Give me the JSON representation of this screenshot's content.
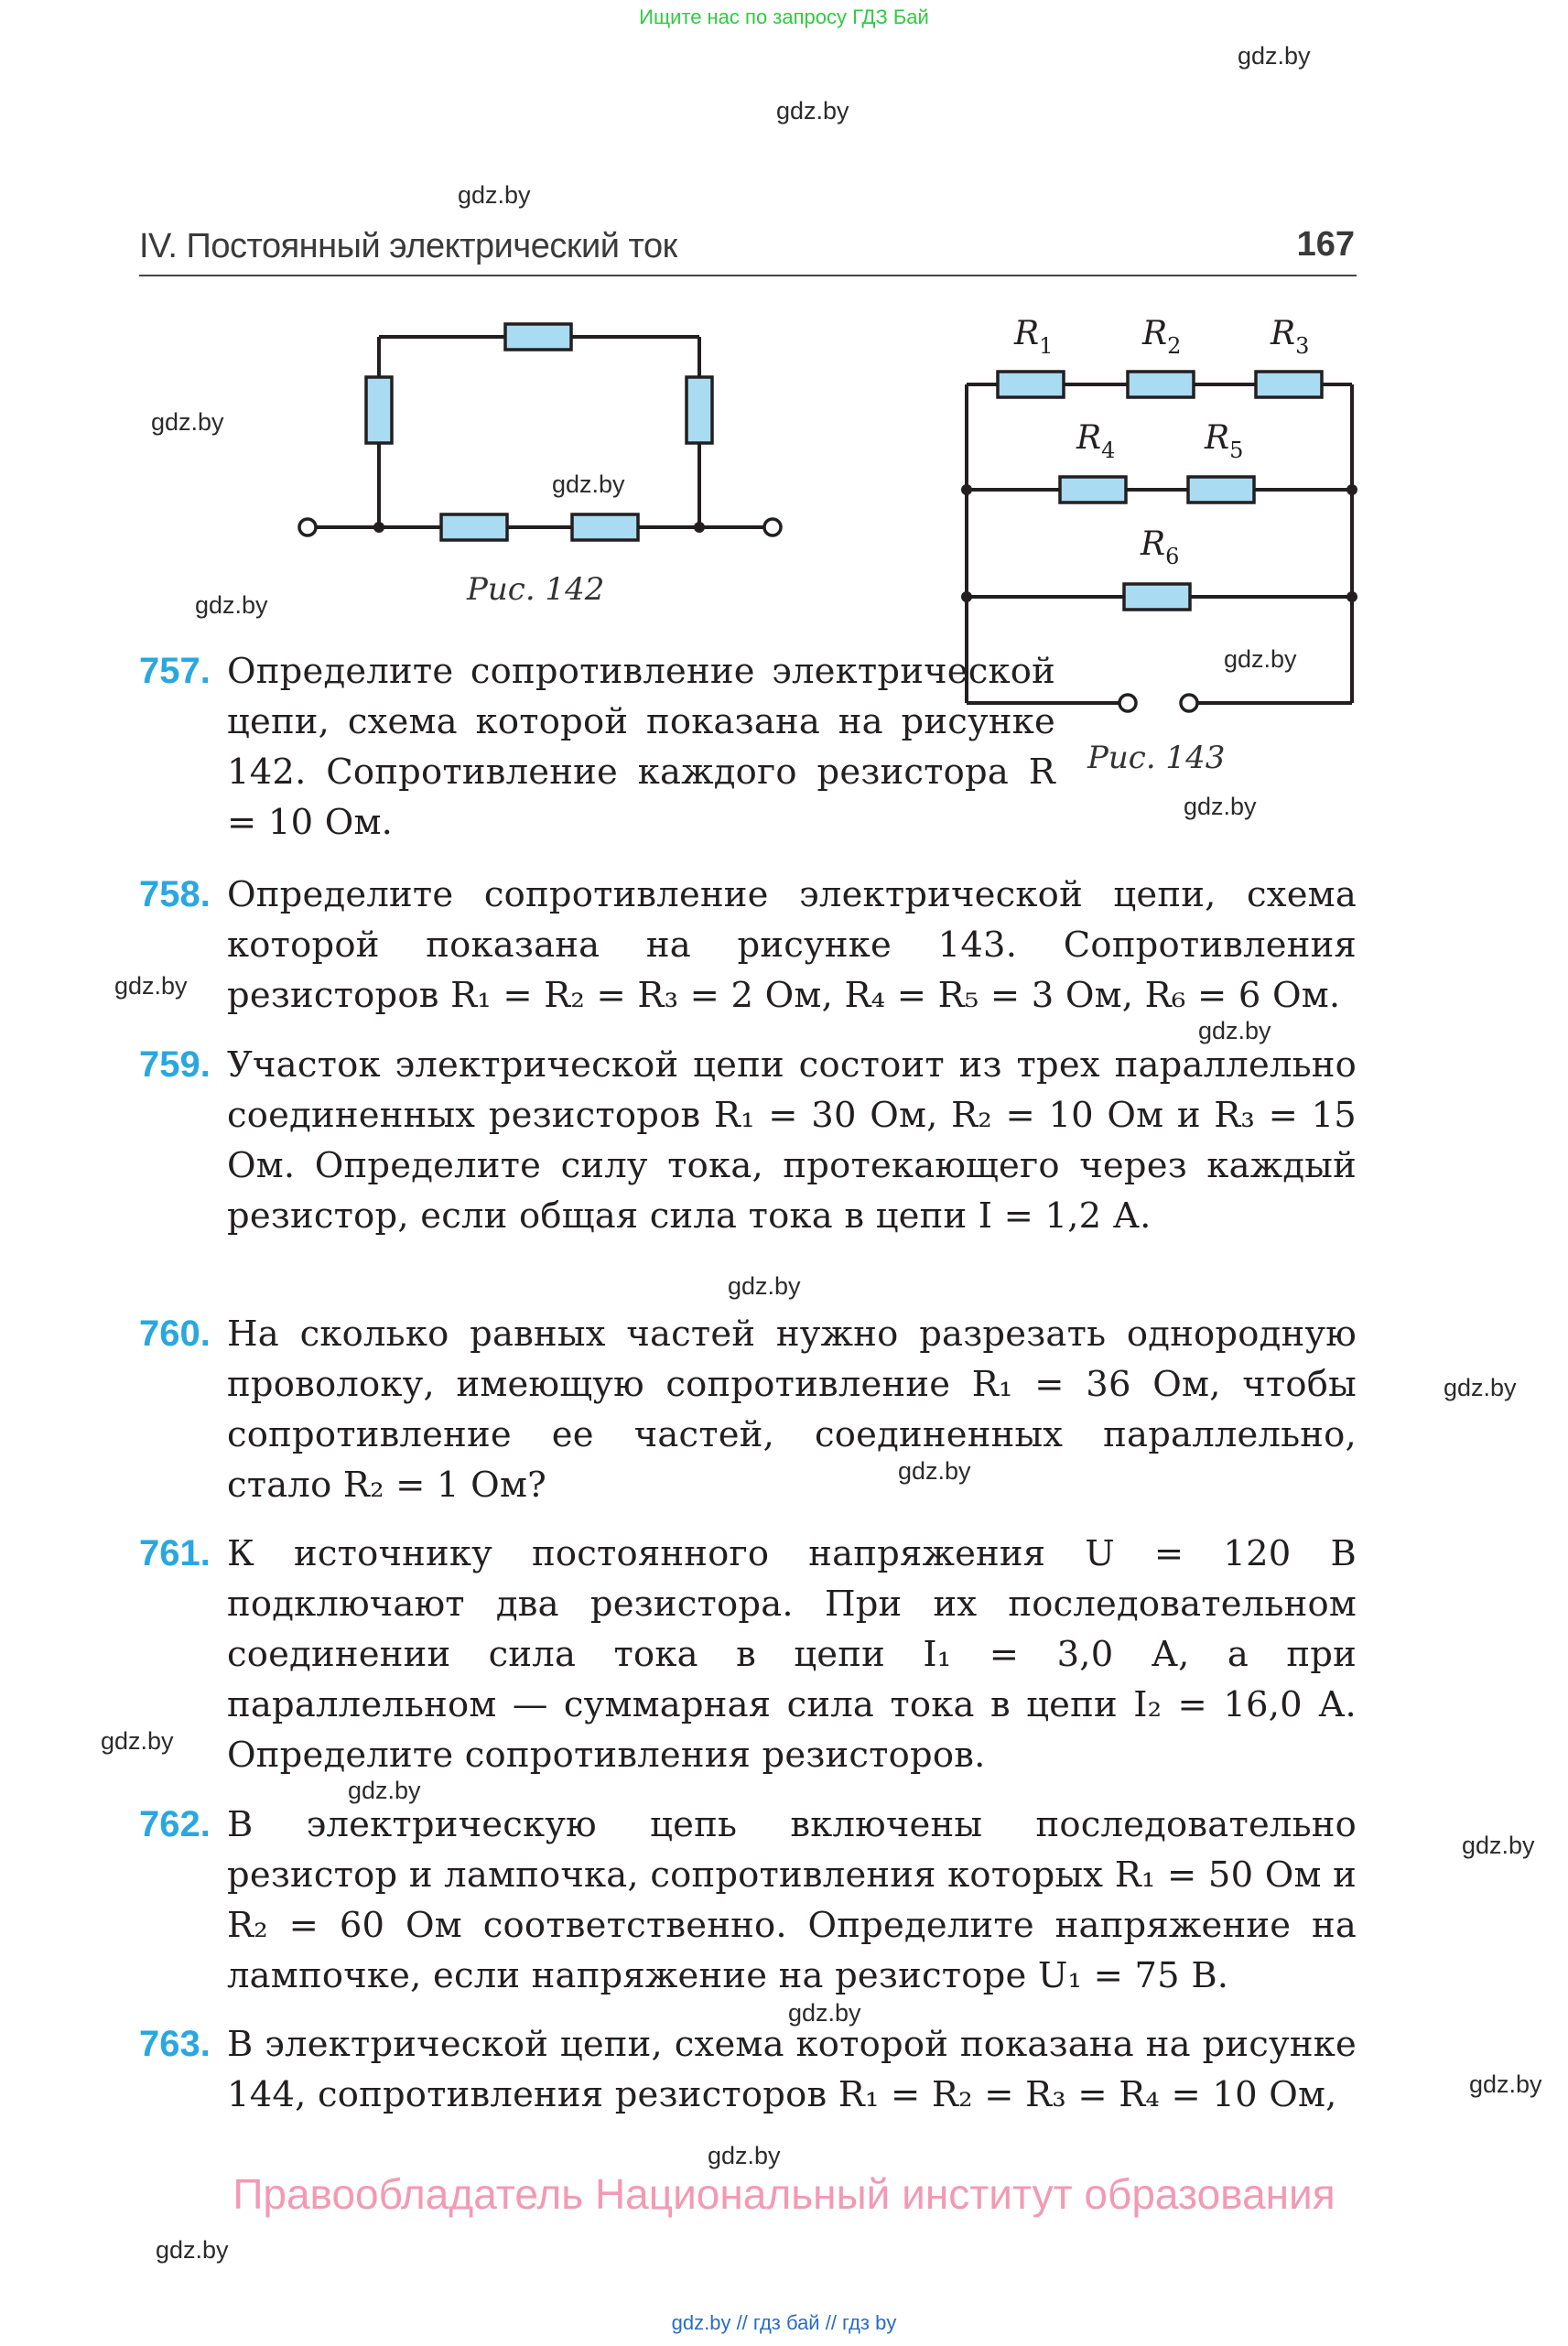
{
  "top_notice": "Ищите нас по запросу ГДЗ Бай",
  "header": {
    "title": "IV. Постоянный электрический ток",
    "page_number": "167"
  },
  "figures": {
    "fig142_caption": "Рис. 142",
    "fig143_caption": "Рис. 143",
    "fig143_labels": [
      "R1",
      "R2",
      "R3",
      "R4",
      "R5",
      "R6"
    ],
    "resistor_color": "#a9dcf2"
  },
  "problems": [
    {
      "number": "757.",
      "text": "Определите сопротивление электрической цепи, схема которой показана на рисунке 142. Сопротивление каждого резистора R = 10 Ом."
    },
    {
      "number": "758.",
      "text": "Определите сопротивление электрической цепи, схема которой показана на рисунке 143. Сопротивления резисторов R₁ = R₂ = R₃ = 2 Ом, R₄ = R₅ = 3 Ом, R₆ = 6 Ом."
    },
    {
      "number": "759.",
      "text": "Участок электрической цепи состоит из трех параллельно соединенных резисторов R₁ = 30 Ом, R₂ = 10 Ом и R₃ = 15 Ом. Определите силу тока, протекающего через каждый резистор, если общая сила тока в цепи I = 1,2 А."
    },
    {
      "number": "760.",
      "text": "На сколько равных частей нужно разрезать однородную проволоку, имеющую сопротивление R₁ = 36 Ом, чтобы сопротивление ее частей, соединенных параллельно, стало R₂ = 1 Ом?"
    },
    {
      "number": "761.",
      "text": "К источнику постоянного напряжения U = 120 В подключают два резистора. При их последовательном соединении сила тока в цепи I₁ = 3,0 А, а при параллельном — суммарная сила тока в цепи I₂ = 16,0 А. Определите сопротивления резисторов."
    },
    {
      "number": "762.",
      "text": "В электрическую цепь включены последовательно резистор и лампочка, сопротивления которых R₁ = 50 Ом и R₂ = 60 Ом соответственно. Определите напряжение на лампочке, если напряжение на резисторе U₁ = 75 В."
    },
    {
      "number": "763.",
      "text": "В электрической цепи, схема которой показана на рисунке 144, сопротивления резисторов R₁ = R₂ = R₃ = R₄ = 10 Ом,"
    }
  ],
  "watermark": "gdz.by",
  "footer_rights": "Правообладатель Национальный институт образования",
  "bottom_links": "gdz.by  //  гдз бай  //  гдз by"
}
